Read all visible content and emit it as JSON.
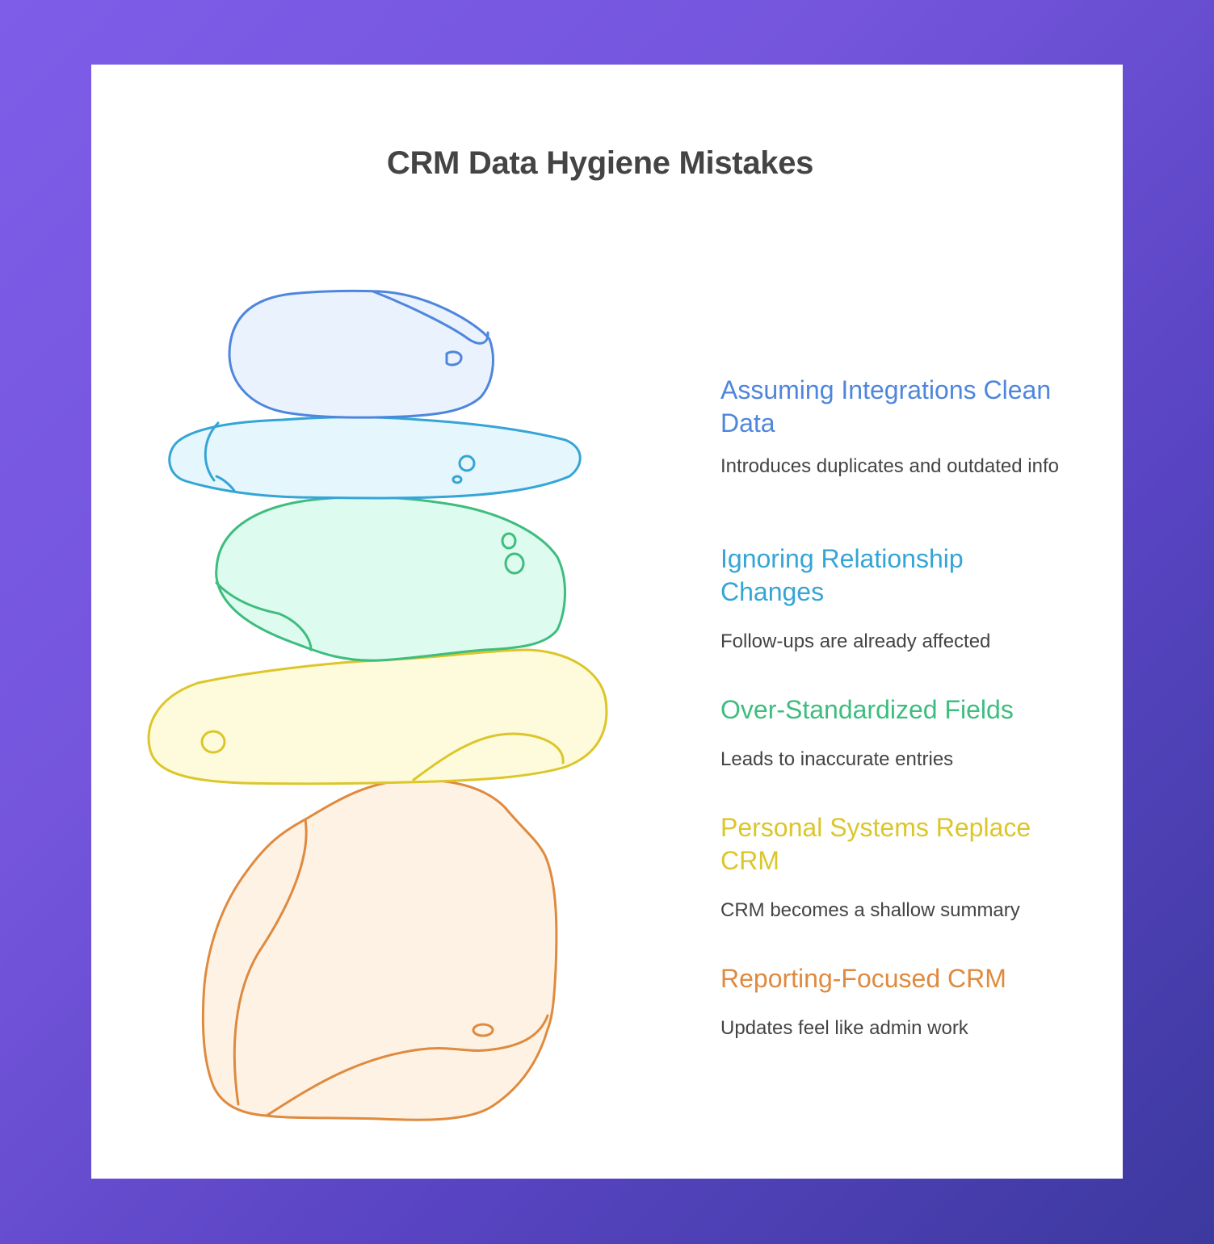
{
  "title": "CRM Data Hygiene Mistakes",
  "colors": {
    "background_start": "#7e5de8",
    "background_end": "#3c399f",
    "card": "#ffffff",
    "title_text": "#444444",
    "description_text": "#444444"
  },
  "items": [
    {
      "title": "Assuming Integrations Clean Data",
      "description": "Introduces duplicates and outdated info",
      "color": "#4f86dd",
      "fill": "#e9f2fd",
      "stone": "top-blue-stone"
    },
    {
      "title": "Ignoring Relationship Changes",
      "description": "Follow-ups are already affected",
      "color": "#35a5d6",
      "fill": "#e5f6fd",
      "stone": "light-blue-stone"
    },
    {
      "title": "Over-Standardized Fields",
      "description": "Leads to inaccurate entries",
      "color": "#3dbd7e",
      "fill": "#defbef",
      "stone": "green-stone"
    },
    {
      "title": "Personal Systems Replace CRM",
      "description": "CRM becomes a shallow summary",
      "color": "#dcc629",
      "fill": "#fefbdc",
      "stone": "yellow-stone"
    },
    {
      "title": "Reporting-Focused CRM",
      "description": "Updates feel like admin work",
      "color": "#df8a3e",
      "fill": "#fef2e5",
      "stone": "orange-stone"
    }
  ]
}
